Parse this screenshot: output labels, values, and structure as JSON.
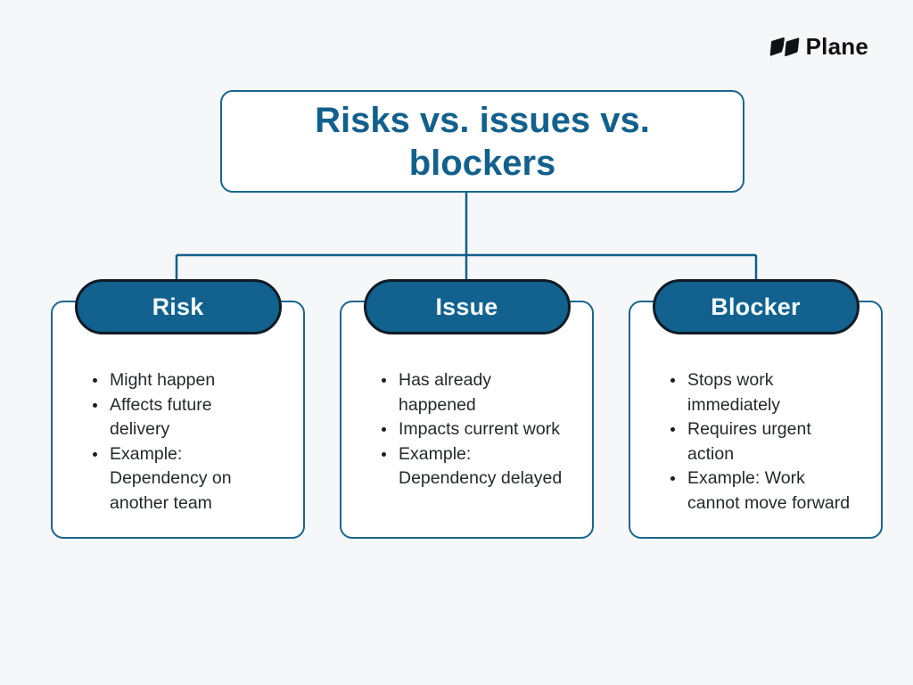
{
  "logo": {
    "text": "Plane",
    "icon": "plane-logo-icon"
  },
  "title": "Risks vs. issues vs.\nblockers",
  "colors": {
    "accent_blue": "#12608d",
    "pill_fill": "#12618e",
    "pill_border": "#101b26",
    "card_border": "#19668f",
    "background": "#f6f7f8",
    "body_text": "#25282d",
    "logo_black": "#101114"
  },
  "columns": [
    {
      "title": "Risk",
      "bullets": [
        "Might happen",
        "Affects future\ndelivery",
        "Example:\nDependency on\nanother team"
      ]
    },
    {
      "title": "Issue",
      "bullets": [
        "Has already\nhappened",
        "Impacts current work",
        "Example:\nDependency delayed"
      ]
    },
    {
      "title": "Blocker",
      "bullets": [
        "Stops work\nimmediately",
        "Requires urgent\naction",
        "Example: Work\ncannot move forward"
      ]
    }
  ]
}
